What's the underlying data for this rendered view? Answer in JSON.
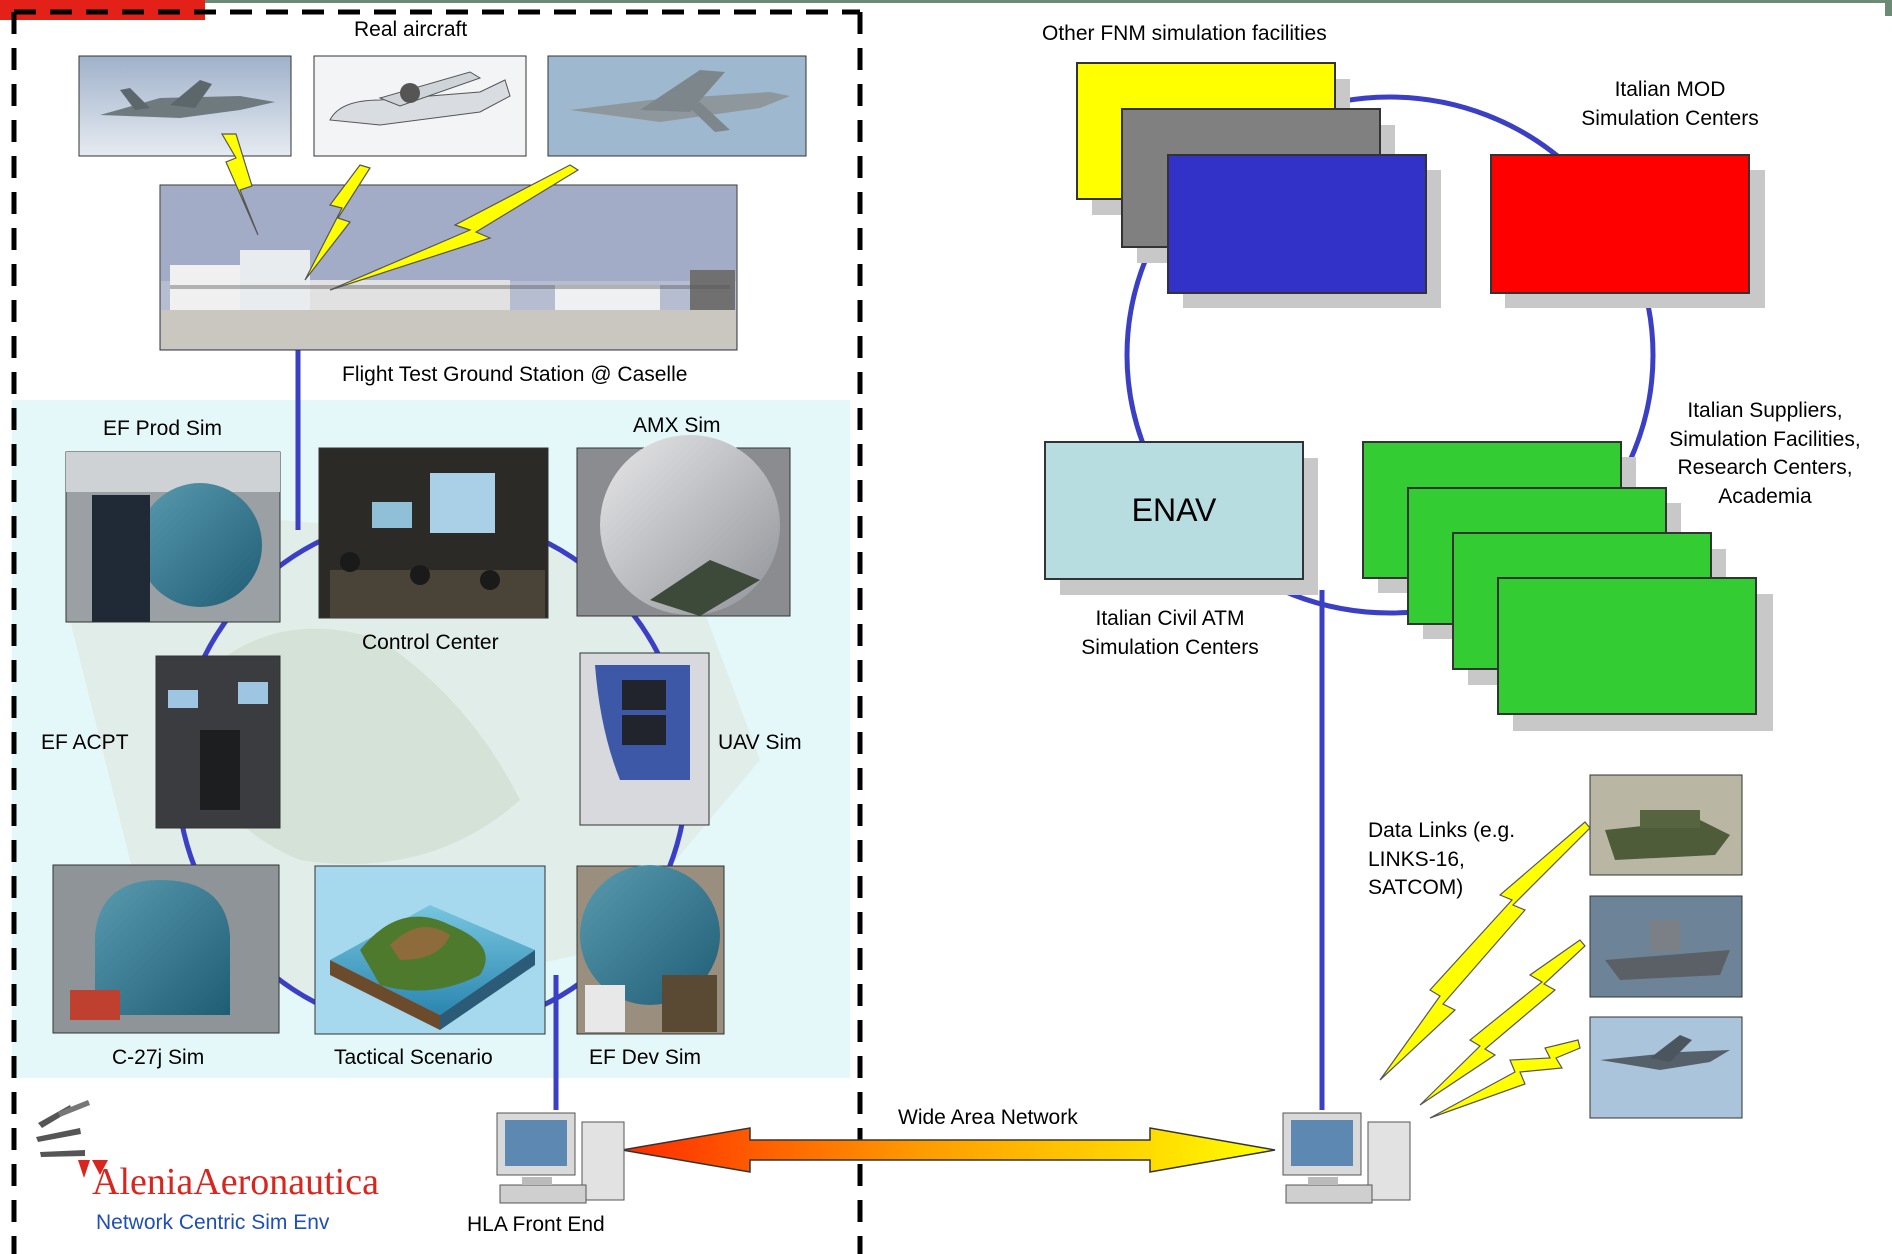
{
  "left_panel": {
    "real_aircraft": "Real aircraft",
    "ground_station": "Flight Test Ground Station @ Caselle",
    "ef_prod_sim": "EF Prod Sim",
    "amx_sim": "AMX Sim",
    "control_center": "Control Center",
    "ef_acpt": "EF ACPT",
    "uav_sim": "UAV Sim",
    "c27j_sim": "C-27j Sim",
    "tactical_scenario": "Tactical Scenario",
    "ef_dev_sim": "EF Dev Sim",
    "hla_front_end": "HLA Front End"
  },
  "logo": {
    "alenia": "Alenia",
    "aeronautica": "Aeronautica",
    "subtitle": "Network Centric Sim Env"
  },
  "right_panel": {
    "other_fnm": "Other FNM simulation facilities",
    "italian_mod_line1": "Italian MOD",
    "italian_mod_line2": "Simulation Centers",
    "suppliers_line1": "Italian Suppliers,",
    "suppliers_line2": "Simulation Facilities,",
    "suppliers_line3": "Research Centers,",
    "suppliers_line4": "Academia",
    "enav": "ENAV",
    "civil_atm_line1": "Italian Civil ATM",
    "civil_atm_line2": "Simulation Centers",
    "data_links_line1": "Data Links (e.g.",
    "data_links_line2": "LINKS-16,",
    "data_links_line3": "SATCOM)"
  },
  "network": {
    "wan_label": "Wide Area Network"
  },
  "colors": {
    "link_blue": "#3b3fc4",
    "lightning": "#ffff00",
    "fnm_yellow": "#ffff00",
    "fnm_gray": "#808080",
    "fnm_blue": "#3232c8",
    "mod_red": "#ff0000",
    "supplier_green": "#33cc33",
    "enav_fill": "#b8dde0",
    "sim_area": "#e4f7f9",
    "logo_red": "#d8261f"
  }
}
